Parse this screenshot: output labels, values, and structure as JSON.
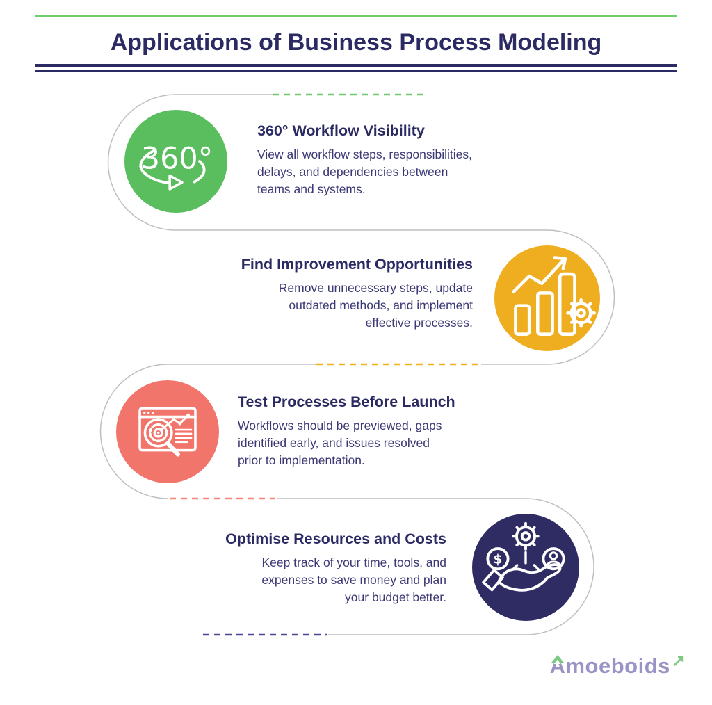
{
  "header": {
    "title": "Applications of Business Process Modeling"
  },
  "sections": [
    {
      "title": "360° Workflow Visibility",
      "body_lines": [
        "View all workflow steps, responsibilities,",
        "delays, and dependencies between",
        "teams and systems."
      ],
      "icon": "360-rotation-icon",
      "circle_color": "#5abd5e",
      "dash_color": "#72c76f",
      "align": "left"
    },
    {
      "title": "Find Improvement Opportunities",
      "body_lines": [
        "Remove unnecessary steps, update",
        "outdated methods, and implement",
        "effective processes."
      ],
      "icon": "bar-chart-gear-icon",
      "circle_color": "#efad20",
      "dash_color": "#f2b21b",
      "align": "right"
    },
    {
      "title": "Test Processes Before Launch",
      "body_lines": [
        "Workflows should be previewed, gaps",
        "identified early, and issues resolved",
        "prior to implementation."
      ],
      "icon": "browser-target-magnifier-icon",
      "circle_color": "#f2756c",
      "dash_color": "#f8867c",
      "align": "left"
    },
    {
      "title": "Optimise Resources and Costs",
      "body_lines": [
        "Keep track of your time, tools, and",
        "expenses to save money and plan",
        "your budget better."
      ],
      "icon": "hand-gear-coin-person-icon",
      "circle_color": "#2e2c62",
      "dash_color": "#4b4896",
      "align": "right"
    }
  ],
  "icon_labels": {
    "rotation_text": "360°",
    "coin_symbol": "$"
  },
  "logo": {
    "text": "Amoeboids",
    "arrow": "↗"
  },
  "colors": {
    "title_navy": "#2b2a63",
    "body_navy": "#3b3975",
    "header_green_line": "#6fce6c",
    "outline_gray": "#c0bfbf",
    "logo_purple": "#9a94c4",
    "logo_green": "#7cc984"
  }
}
